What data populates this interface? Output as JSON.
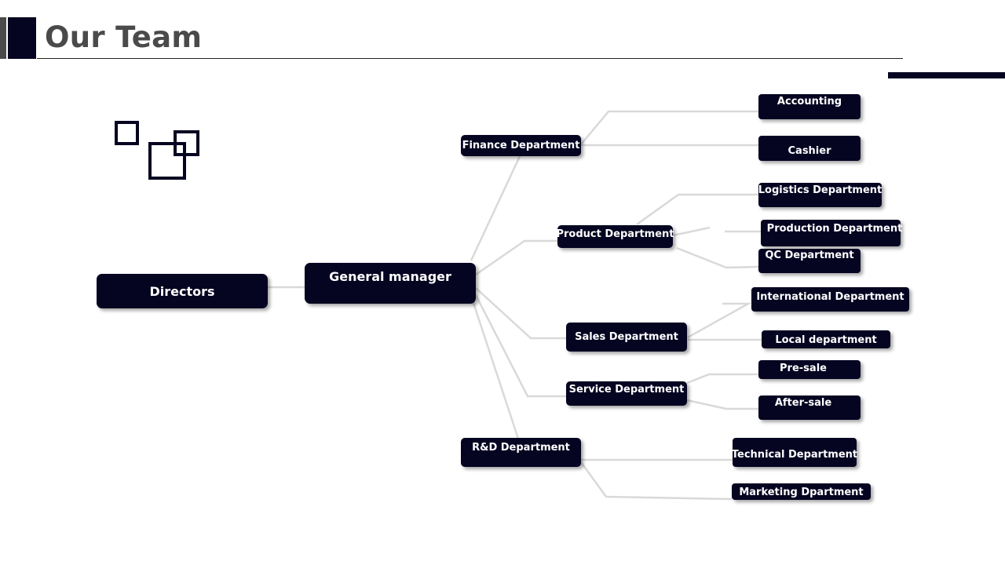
{
  "slide": {
    "title": "Our Team"
  },
  "org_chart": {
    "root": "Directors",
    "manager": "General manager",
    "departments": {
      "finance": {
        "label": "Finance Department",
        "children": [
          "Accounting",
          "Cashier"
        ]
      },
      "product": {
        "label": "Product Department",
        "children": [
          "Logistics Department",
          "Production Department",
          "QC Department"
        ]
      },
      "sales": {
        "label": "Sales Department",
        "children": [
          "International Department",
          "Local department"
        ]
      },
      "service": {
        "label": "Service Department",
        "children": [
          "Pre-sale",
          "After-sale"
        ]
      },
      "rnd": {
        "label": "R&D Department",
        "children": [
          "Technical Department",
          "Marketing Dpartment"
        ]
      }
    }
  },
  "colors": {
    "node_fill": "#050421",
    "node_text": "#ffffff",
    "connector": "#d9d9d9",
    "title_text": "#4a4a4a"
  }
}
